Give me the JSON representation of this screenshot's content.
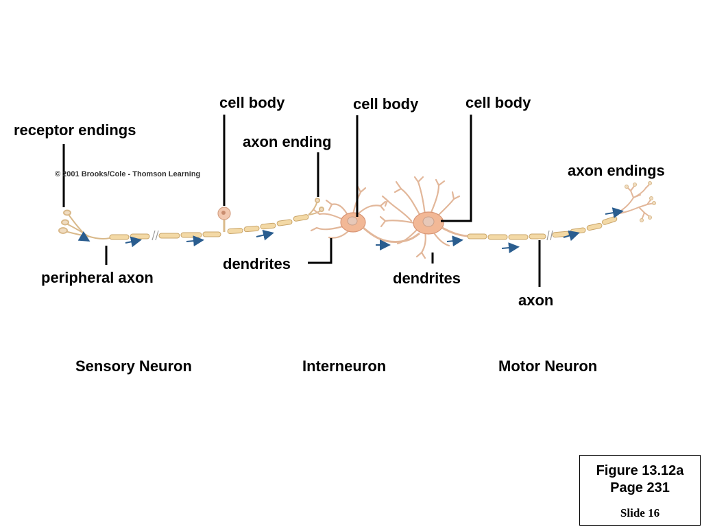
{
  "labels": {
    "receptor_endings": "receptor endings",
    "cell_body_sensory": "cell body",
    "axon_ending": "axon ending",
    "cell_body_inter": "cell body",
    "cell_body_motor": "cell body",
    "axon_endings": "axon endings",
    "peripheral_axon": "peripheral axon",
    "dendrites_inter": "dendrites",
    "dendrites_motor": "dendrites",
    "axon": "axon"
  },
  "copyright": "© 2001 Brooks/Cole - Thomson Learning",
  "neuron_types": {
    "sensory": "Sensory Neuron",
    "inter": "Interneuron",
    "motor": "Motor Neuron"
  },
  "figure_box": {
    "figure": "Figure 13.12a",
    "page": "Page 231",
    "slide": "Slide 16"
  },
  "colors": {
    "axon_fill": "#f3d9a6",
    "axon_stroke": "#c9a56a",
    "cell_body": "#f2b896",
    "nucleus": "#e7c8b8",
    "arrow": "#2a5d8f",
    "leader": "#000000"
  }
}
